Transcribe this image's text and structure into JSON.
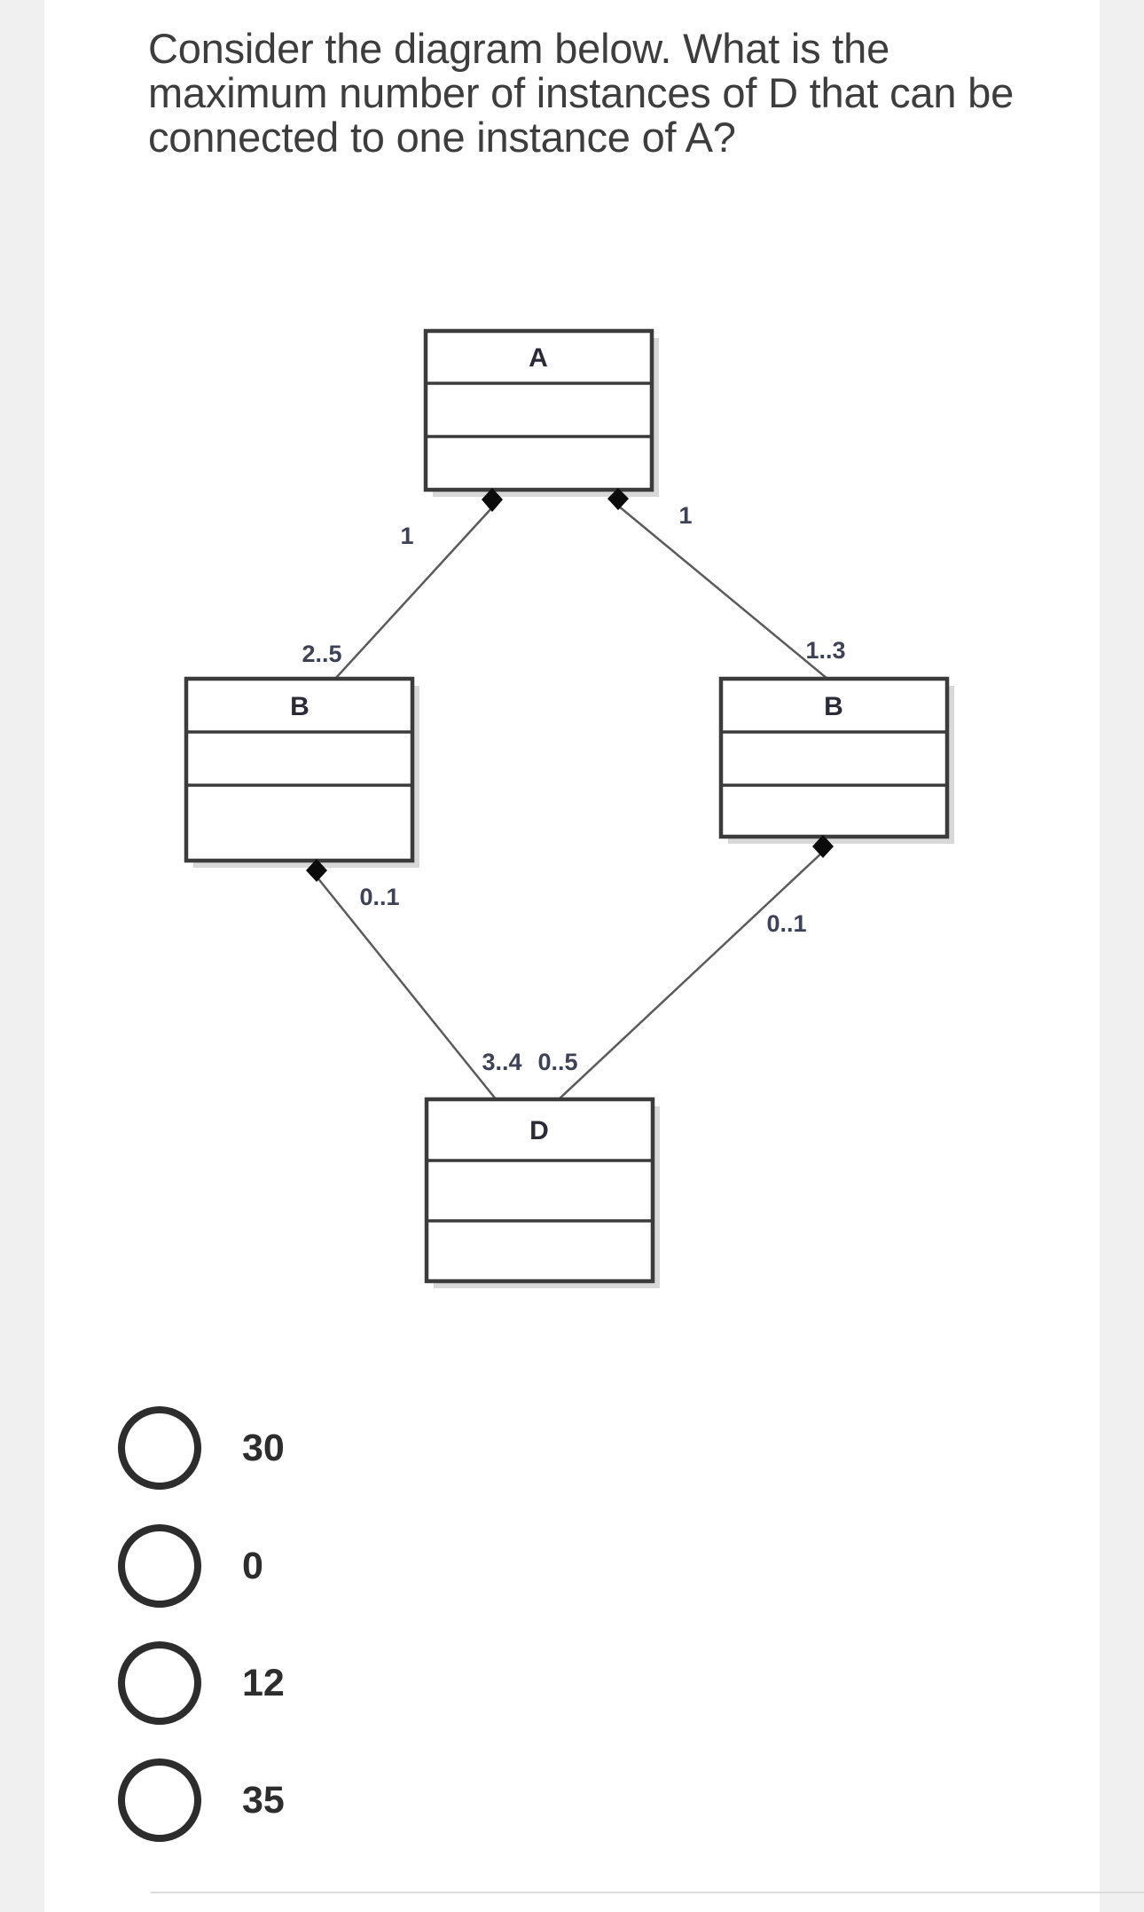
{
  "question": {
    "lines": [
      "Consider the diagram below. What is the",
      "maximum number of instances of D that can be",
      "connected to one instance of A?"
    ]
  },
  "diagram": {
    "classes": {
      "a": "A",
      "b_left": "B",
      "b_right": "B",
      "d": "D"
    },
    "multiplicities": {
      "a_left_end": "1",
      "a_right_end": "1",
      "b_left_end": "2..5",
      "b_right_end": "1..3",
      "bl_bottom_end": "0..1",
      "br_bottom_end": "0..1",
      "d_left_end": "3..4",
      "d_right_end": "0..5"
    }
  },
  "options": [
    {
      "label": "30"
    },
    {
      "label": "0"
    },
    {
      "label": "12"
    },
    {
      "label": "35"
    }
  ],
  "colors": {
    "page_gutter": "#f0f0f1",
    "content_bg": "#ffffff",
    "question_text": "#3d3d3d",
    "box_border": "#3b3b3b",
    "assoc_line": "#5b5b5b",
    "diamond_fill": "#0b0b0b",
    "multiplicity_text": "#3d4257",
    "option_text": "#2d2d2d",
    "divider": "#dcdcdc"
  }
}
